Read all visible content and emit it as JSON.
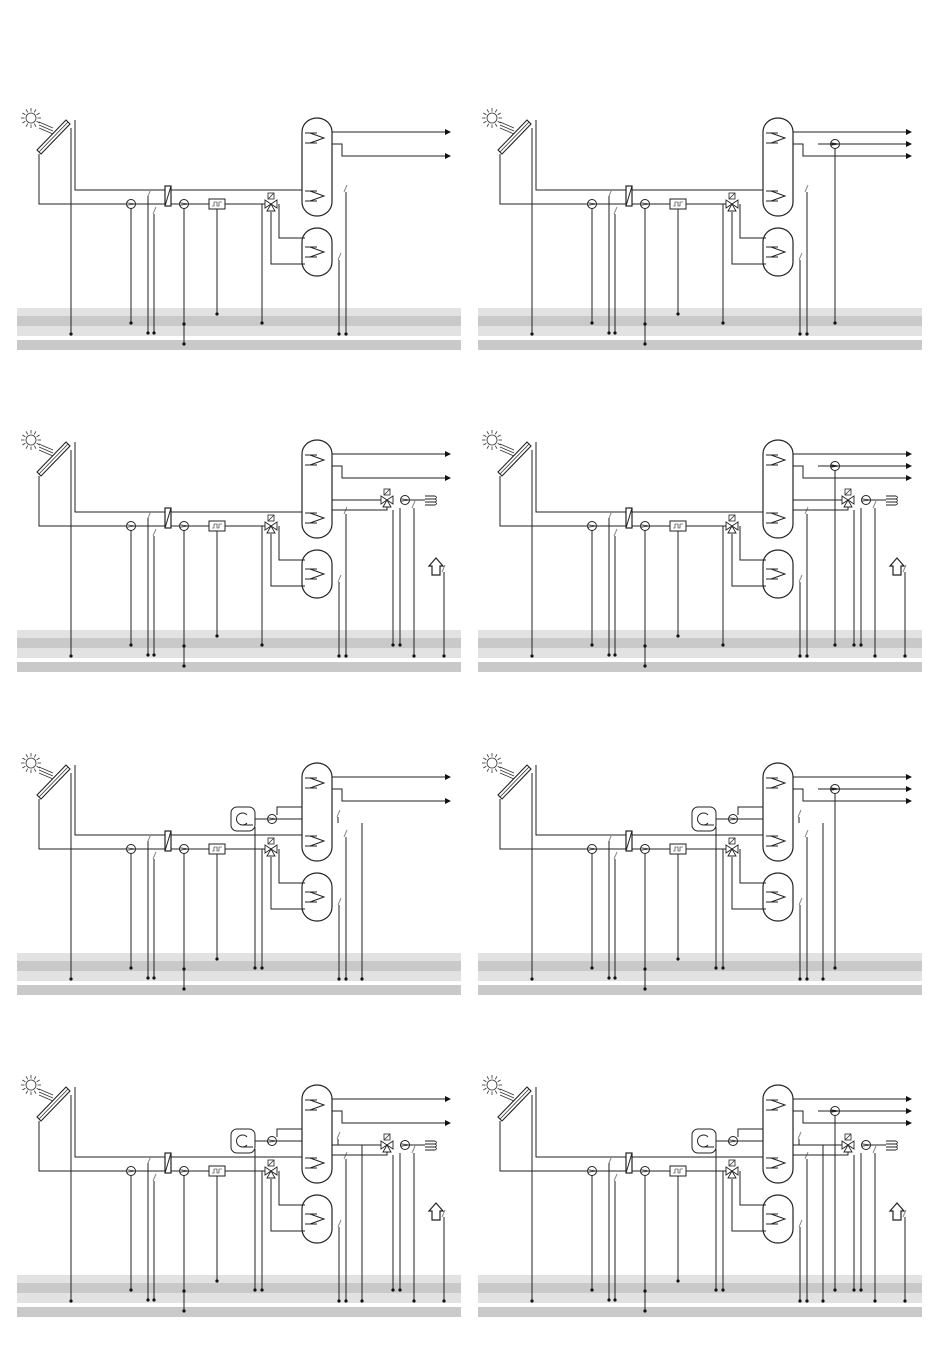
{
  "diagrams": [
    {
      "id": "d1",
      "dhw_pump": false,
      "heating": false,
      "boiler": false
    },
    {
      "id": "d2",
      "dhw_pump": false,
      "heating": true,
      "boiler": false
    },
    {
      "id": "d3",
      "dhw_pump": false,
      "heating": false,
      "boiler": true
    },
    {
      "id": "d4",
      "dhw_pump": false,
      "heating": true,
      "boiler": true
    },
    {
      "id": "d5",
      "dhw_pump": true,
      "heating": false,
      "boiler": false
    },
    {
      "id": "d6",
      "dhw_pump": true,
      "heating": true,
      "boiler": false
    },
    {
      "id": "d7",
      "dhw_pump": true,
      "heating": false,
      "boiler": true
    },
    {
      "id": "d8",
      "dhw_pump": true,
      "heating": true,
      "boiler": true
    }
  ],
  "icons": {
    "sun": "sun-icon",
    "collector": "solar-collector-icon",
    "pump": "pump-icon",
    "heat_exchanger": "heat-exchanger-icon",
    "flow_meter": "flow-meter-icon",
    "mixing_valve": "three-way-valve-icon",
    "storage_tank": "storage-tank-icon",
    "boiler": "boiler-icon",
    "radiator": "radiator-icon",
    "house": "house-icon"
  },
  "colors": {
    "line": "#222222",
    "sensor": "#888888",
    "band_light": "#e2e2e2",
    "band_dark": "#c9c9c9"
  }
}
